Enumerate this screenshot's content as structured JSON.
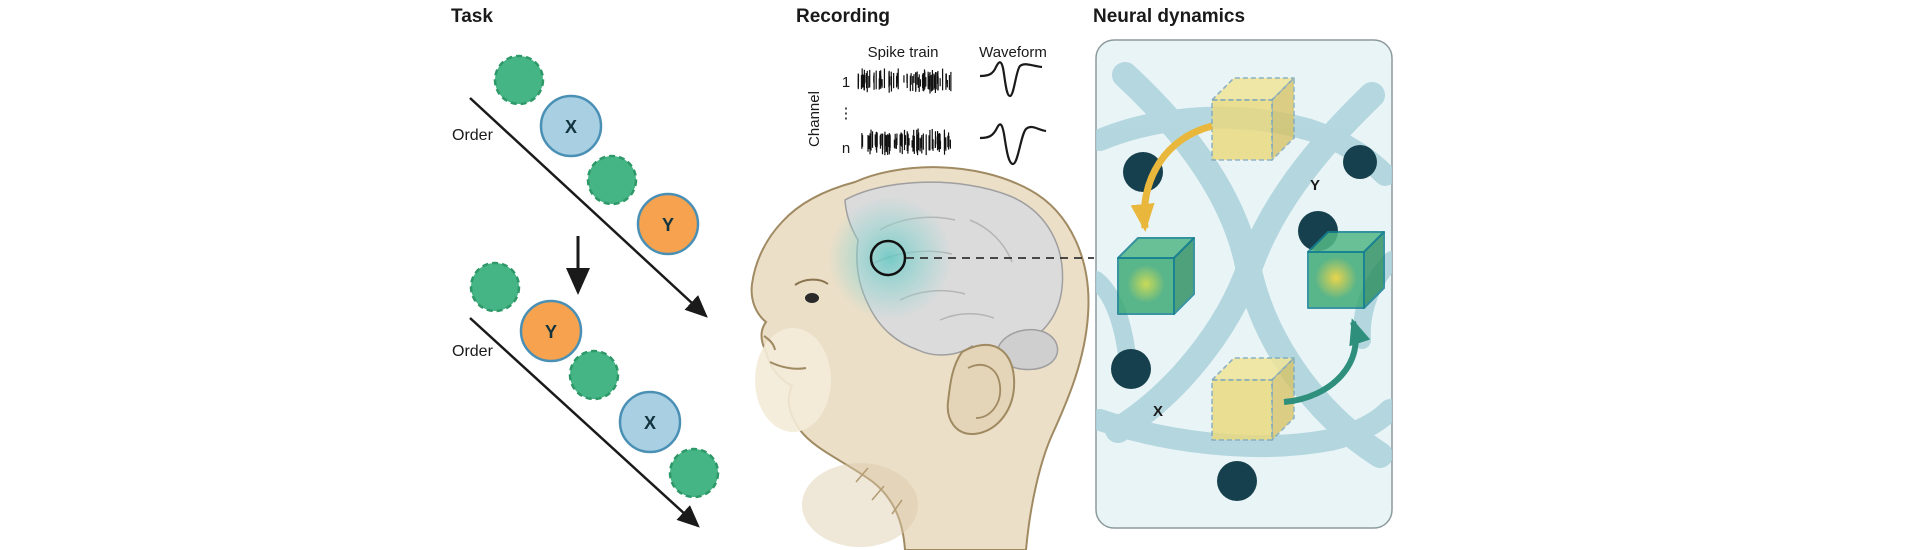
{
  "panels": {
    "task": {
      "title": "Task",
      "sequences": [
        {
          "order_label": "Order",
          "items": [
            "distractor",
            "X",
            "distractor",
            "Y"
          ]
        },
        {
          "order_label": "Order",
          "items": [
            "distractor",
            "Y",
            "distractor",
            "X",
            "distractor"
          ]
        }
      ],
      "labels": {
        "x": "X",
        "y": "Y"
      }
    },
    "recording": {
      "title": "Recording",
      "spike_train_label": "Spike train",
      "waveform_label": "Waveform",
      "channel_axis": {
        "label": "Channel",
        "first": "1",
        "ellipsis": "⋮",
        "last": "n"
      }
    },
    "neural": {
      "title": "Neural dynamics",
      "cube_labels": {
        "y": "Y",
        "x": "X"
      }
    }
  },
  "colors": {
    "accent_green": "#45b586",
    "accent_green_border": "#2f9868",
    "accent_blue": "#a9cfe3",
    "accent_orange": "#f6a24f",
    "circle_border_blue": "#4a90b5",
    "ink": "#1a1a1a",
    "node_navy": "#16404e",
    "tube_blue": "#abd2dc",
    "panel_bg": "#e9f4f6",
    "panel_border": "#8c9a9e",
    "cube_yellow": "#ead97a",
    "cube_green": "#3aa873",
    "arrow_yellow": "#e9b73c",
    "arrow_teal": "#2e8f7d",
    "monkey_skin": "#ecdfc8",
    "monkey_outline": "#a08a62",
    "brain_gray": "#dbdbdb",
    "site_teal": "#7fd0cd"
  }
}
